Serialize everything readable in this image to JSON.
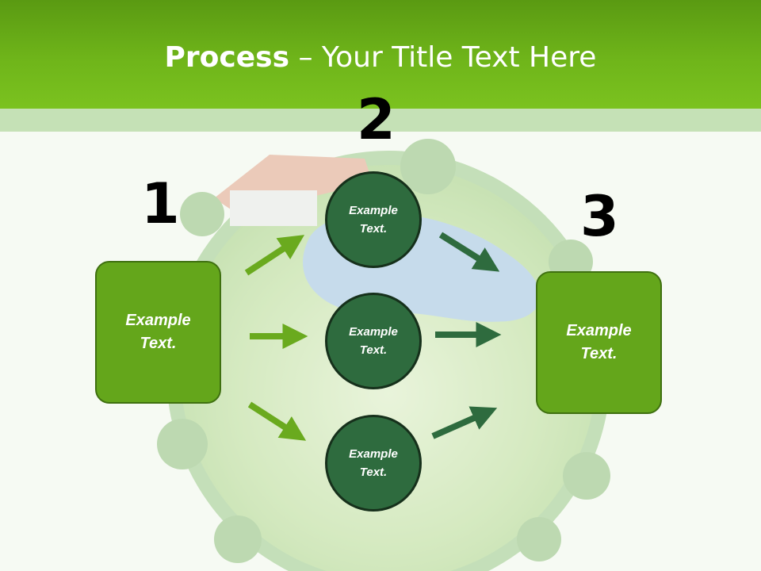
{
  "slide": {
    "title_bold": "Process",
    "title_rest": " – Your Title Text Here",
    "steps": {
      "one": {
        "number": "1",
        "text_line1": "Example",
        "text_line2": "Text."
      },
      "two": {
        "number": "2"
      },
      "three": {
        "number": "3",
        "text_line1": "Example",
        "text_line2": "Text."
      }
    },
    "circles": [
      {
        "text_line1": "Example",
        "text_line2": "Text."
      },
      {
        "text_line1": "Example",
        "text_line2": "Text."
      },
      {
        "text_line1": "Example",
        "text_line2": "Text."
      }
    ]
  },
  "colors": {
    "header_green": "#6fb51a",
    "box_green": "#64a61b",
    "circle_green": "#2e6b3e",
    "arrow_light": "#6aaa1e",
    "arrow_dark": "#2e6b3e"
  }
}
